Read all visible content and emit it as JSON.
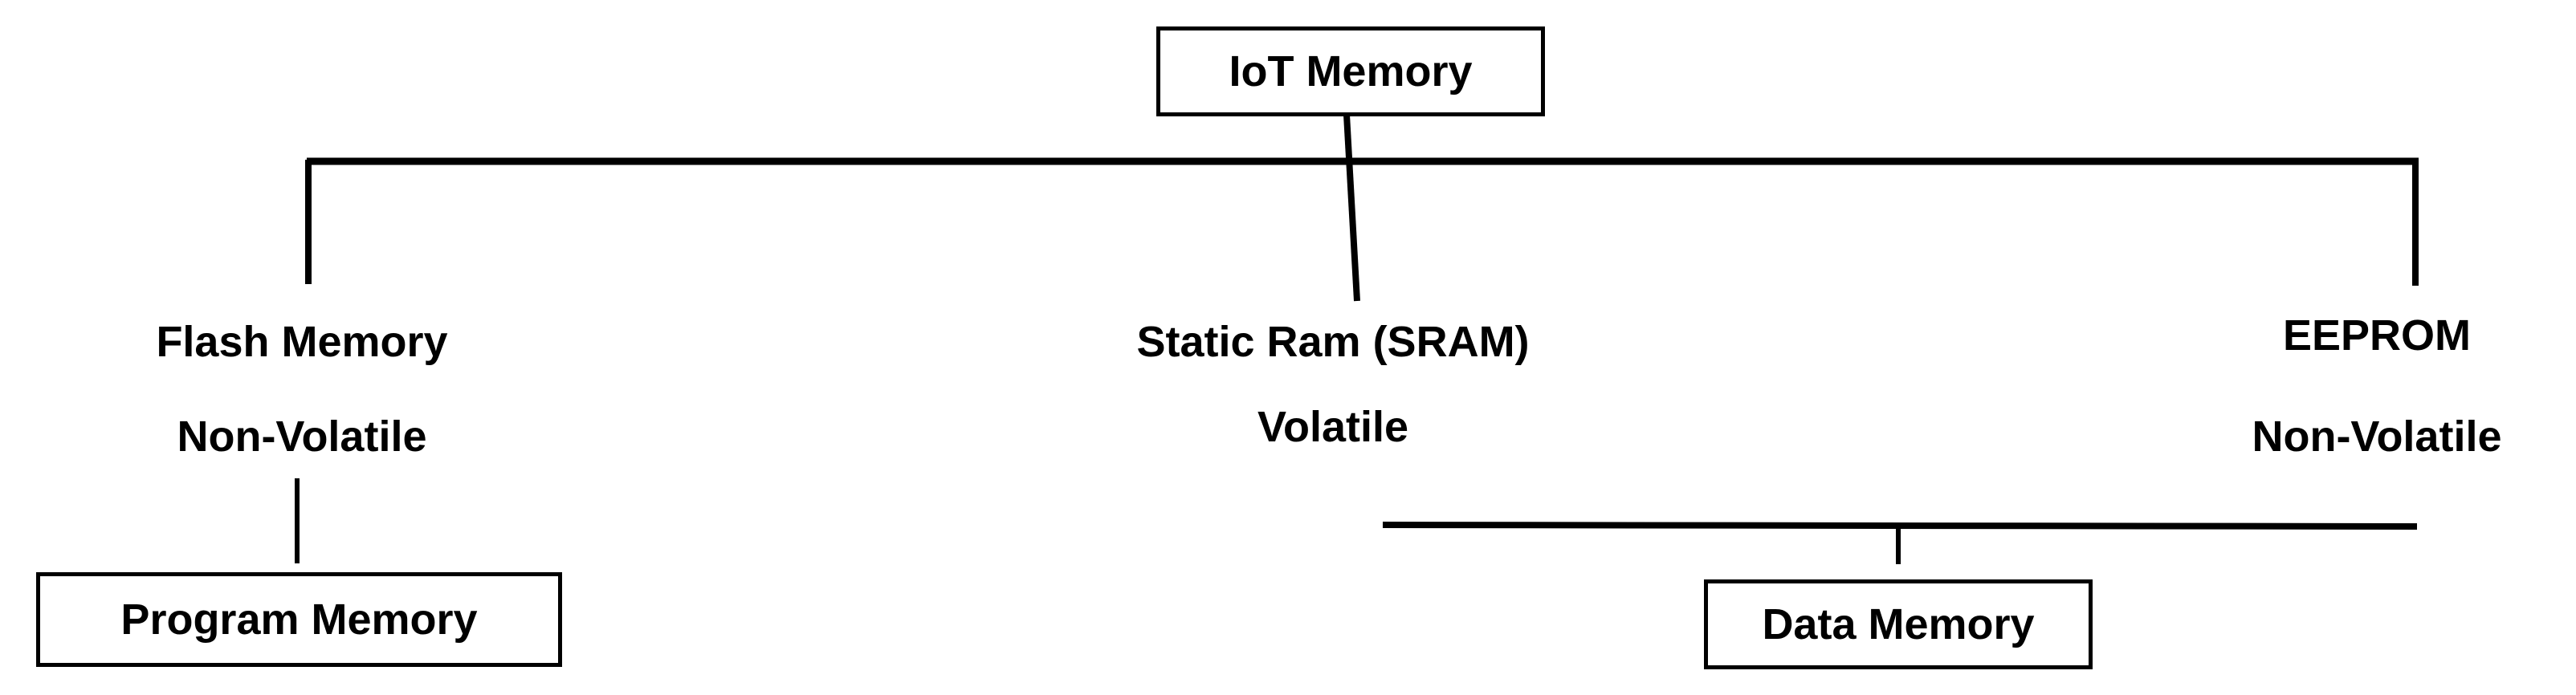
{
  "root": {
    "label": "IoT Memory"
  },
  "branches": [
    {
      "name": "Flash Memory",
      "type": "Non-Volatile"
    },
    {
      "name": "Static Ram (SRAM)",
      "type": "Volatile"
    },
    {
      "name": "EEPROM",
      "type": "Non-Volatile"
    }
  ],
  "outputs": {
    "program": {
      "label": "Program Memory"
    },
    "data": {
      "label": "Data Memory"
    }
  }
}
